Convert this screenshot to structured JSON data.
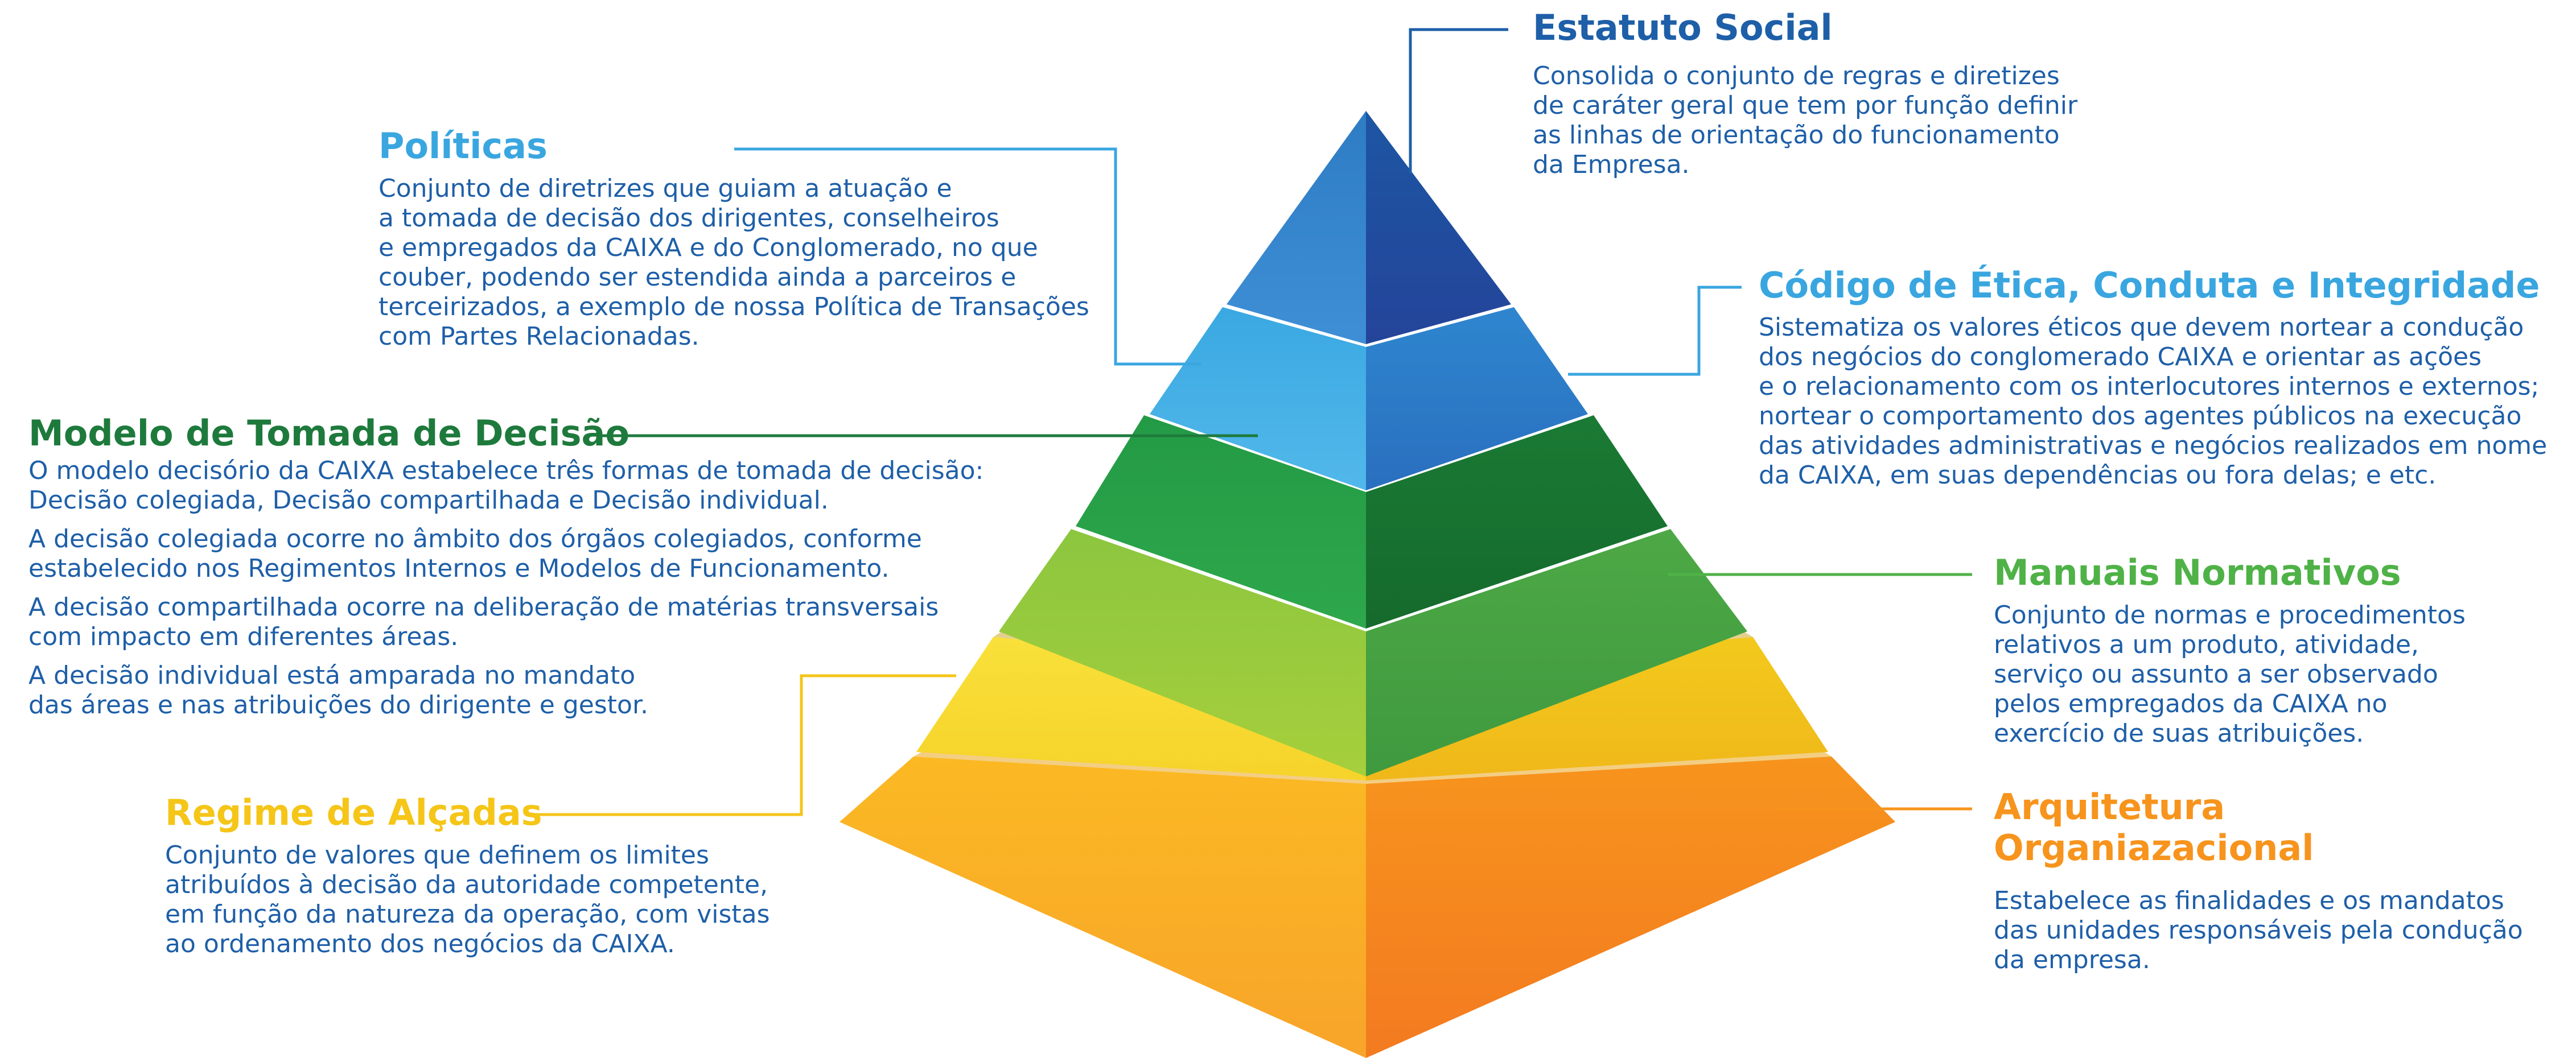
{
  "colors": {
    "dark_blue": "#1e5fa8",
    "light_blue": "#3aa6e0",
    "dark_green": "#1e7a3c",
    "light_green": "#4fb247",
    "yellow": "#f5c518",
    "orange": "#f7941d"
  },
  "estatuto": {
    "title": "Estatuto Social",
    "lines": [
      "Consolida o conjunto de regras e diretizes",
      "de caráter geral que tem por função definir",
      "as linhas de orientação do funcionamento",
      "da Empresa."
    ]
  },
  "politicas": {
    "title": "Políticas",
    "lines": [
      "Conjunto de diretrizes que guiam a atuação e",
      "a tomada de decisão dos dirigentes, conselheiros",
      "e empregados da CAIXA e do Conglomerado, no que",
      "couber, podendo ser estendida ainda a parceiros e",
      "terceirizados, a exemplo de nossa Política de Transações",
      "com Partes Relacionadas."
    ]
  },
  "codigo": {
    "title": "Código de Ética, Conduta e Integridade",
    "lines": [
      "Sistematiza os valores éticos que devem nortear a condução",
      "dos negócios do conglomerado CAIXA e orientar as ações",
      "e o relacionamento com os interlocutores internos e externos;",
      "nortear o comportamento dos agentes públicos na execução",
      "das atividades administrativas e negócios realizados em nome",
      "da CAIXA, em suas dependências ou fora delas; e etc."
    ]
  },
  "modelo": {
    "title": "Modelo de Tomada de Decisão",
    "lines": [
      "O modelo decisório da CAIXA estabelece três formas de tomada de decisão:",
      "Decisão colegiada, Decisão compartilhada e Decisão individual.",
      "A decisão colegiada ocorre no âmbito dos órgãos colegiados, conforme",
      "estabelecido nos Regimentos Internos e Modelos de Funcionamento.",
      "A decisão compartilhada ocorre na deliberação de matérias transversais",
      "com impacto em diferentes áreas.",
      "A decisão individual está amparada no mandato",
      "das áreas e nas atribuições do dirigente e gestor."
    ]
  },
  "manuais": {
    "title": "Manuais Normativos",
    "lines": [
      "Conjunto de normas e procedimentos",
      "relativos a um produto, atividade,",
      "serviço ou assunto a ser observado",
      "pelos empregados da CAIXA no",
      "exercício de suas atribuições."
    ]
  },
  "regime": {
    "title": "Regime de Alçadas",
    "lines": [
      "Conjunto de valores que definem os limites",
      "atribuídos à decisão da autoridade competente,",
      "em função da natureza da operação, com vistas",
      "ao ordenamento dos negócios da CAIXA."
    ]
  },
  "arquitetura": {
    "title_lines": [
      "Arquitetura",
      "Organiazacional"
    ],
    "lines": [
      "Estabelece as finalidades e os mandatos",
      "das unidades responsáveis pela condução",
      "da empresa."
    ]
  }
}
